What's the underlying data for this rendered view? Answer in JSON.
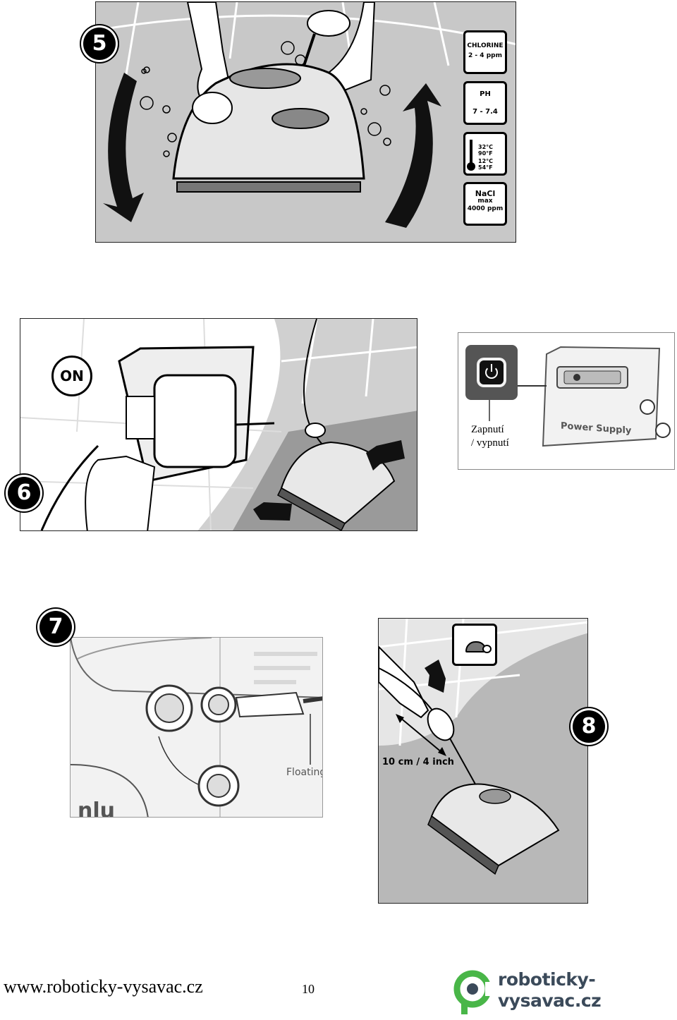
{
  "steps": {
    "step5": {
      "number": "5",
      "icons": {
        "chlorine": {
          "line1": "CHLORINE",
          "line2": "2 - 4 ppm"
        },
        "ph": {
          "line1": "PH",
          "line2": "7 - 7.4"
        },
        "temperature": {
          "line1": "32°C 90°F",
          "line2": "12°C 54°F"
        },
        "nacl": {
          "line1": "NaCl",
          "line2": "max",
          "line3": "4000 ppm"
        }
      }
    },
    "step6": {
      "number": "6",
      "on_label": "ON"
    },
    "power_supply": {
      "brand_label": "Power Supply",
      "caption_line1": "Zapnutí",
      "caption_line2": "/ vypnutí"
    },
    "step7": {
      "number": "7",
      "floating_label": "Floating"
    },
    "step8": {
      "number": "8",
      "distance_label": "10 cm / 4 inch"
    }
  },
  "footer": {
    "website": "www.roboticky-vysavac.cz",
    "page_number": "10",
    "logo": {
      "line1": "roboticky-",
      "line2": "vysavac.cz"
    }
  },
  "colors": {
    "water_gray": "#c8c8c8",
    "pool_gray": "#b5b5b5",
    "arrow_black": "#111111",
    "logo_green": "#49b648",
    "logo_text": "#3b4a5a"
  }
}
